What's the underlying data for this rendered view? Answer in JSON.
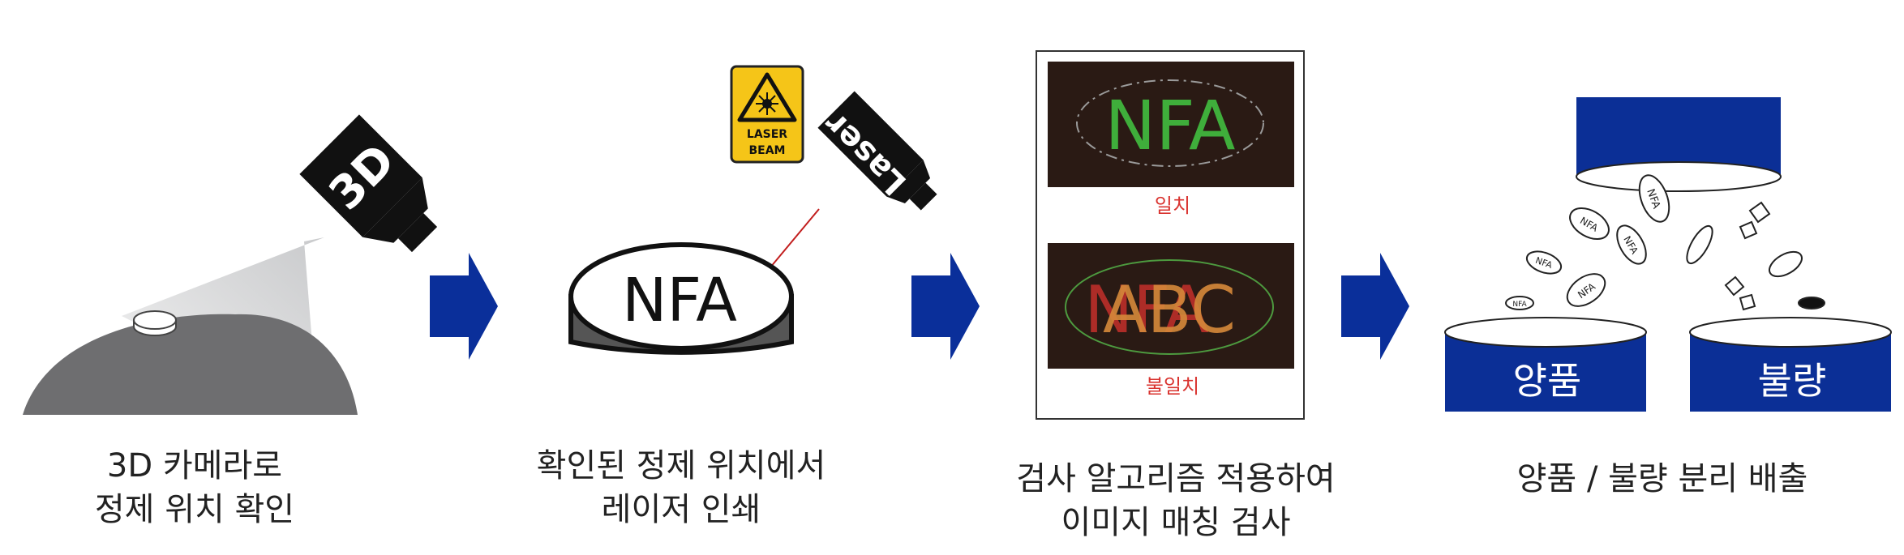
{
  "steps": [
    {
      "camera_label": "3D",
      "caption": [
        "3D 카메라로",
        "정제 위치 확인"
      ]
    },
    {
      "warning_sign": [
        "LASER",
        "BEAM"
      ],
      "laser_label": "Laser",
      "tablet_text": "NFA",
      "caption": [
        "확인된 정제 위치에서",
        "레이저 인쇄"
      ]
    },
    {
      "match_text": "NFA",
      "match_label": "일치",
      "mismatch_text": "ABC",
      "mismatch_ghost": "NFA",
      "mismatch_label": "불일치",
      "caption": [
        "검사 알고리즘 적용하여",
        "이미지 매칭 검사"
      ]
    },
    {
      "good_label": "양품",
      "bad_label": "불량",
      "pill_text": "NFA",
      "caption": [
        "양품 / 불량 분리 배출"
      ]
    }
  ],
  "colors": {
    "arrow": "#0a2f9a",
    "bin": "#0b2f96",
    "match_text": "#3fae3b",
    "label_red": "#d9332f",
    "laser_sign": "#f5c518",
    "dome": "#6e6e70",
    "tablet_side": "#555555"
  },
  "icons": [
    "camera-3d-icon",
    "laser-warning-icon",
    "laser-pointer-icon",
    "flow-arrow-icon"
  ]
}
